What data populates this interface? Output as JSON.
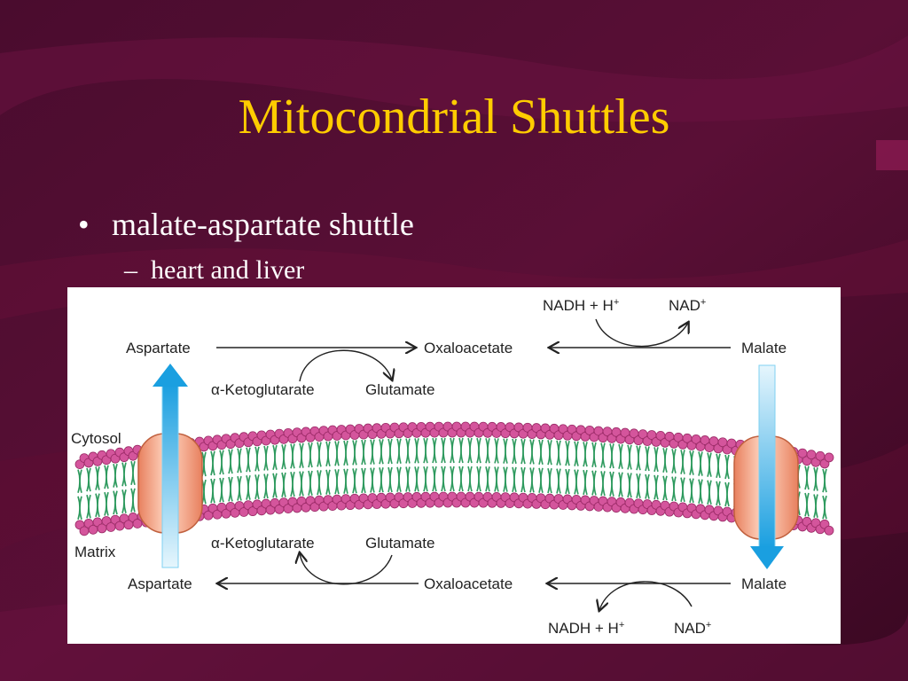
{
  "slide": {
    "title": "Mitocondrial Shuttles",
    "bullet": "malate-aspartate shuttle",
    "sub_bullet": "heart and liver"
  },
  "diagram": {
    "cytosol_label": "Cytosol",
    "matrix_label": "Matrix",
    "top": {
      "aspartate": "Aspartate",
      "oxaloacetate": "Oxaloacetate",
      "malate": "Malate",
      "akg": "α-Ketoglutarate",
      "glutamate": "Glutamate",
      "nadh": "NADH + H",
      "nad": "NAD"
    },
    "bottom": {
      "aspartate": "Aspartate",
      "oxaloacetate": "Oxaloacetate",
      "malate": "Malate",
      "akg": "α-Ketoglutarate",
      "glutamate": "Glutamate",
      "nadh": "NADH + H",
      "nad": "NAD"
    },
    "plus": "+"
  },
  "colors": {
    "background": "#3a0a24",
    "title": "#ffcc00",
    "head": "#d4559c",
    "tail": "#2e9a5e",
    "transporter": "#f0a080",
    "arrow": "#1fa5e0"
  }
}
